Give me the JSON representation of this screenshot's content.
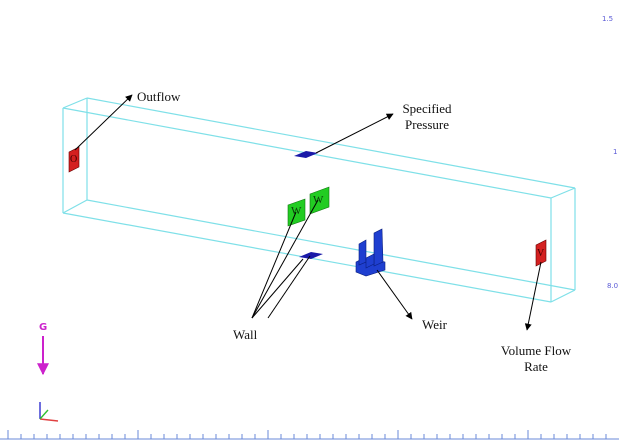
{
  "labels": {
    "outflow": "Outflow",
    "specified_pressure_l1": "Specified",
    "specified_pressure_l2": "Pressure",
    "wall": "Wall",
    "weir": "Weir",
    "volume_flow_l1": "Volume Flow",
    "volume_flow_l2": "Rate",
    "wall_marker": "W",
    "outflow_marker": "O",
    "inflow_marker": "V"
  },
  "scale": {
    "top": "1.5",
    "mid": "1",
    "low": "8.0"
  },
  "gravity": {
    "label": "G",
    "color": "#cc22cc"
  },
  "colors": {
    "domain_box": "#7fe0e8",
    "outflow_bc": "#d42020",
    "inflow_bc": "#d42020",
    "pressure_bc": "#1a1aa8",
    "wall_bc": "#22cc22",
    "weir": "#1f3fd0",
    "axis_x": "#e04040",
    "axis_y": "#3030d0",
    "axis_z": "#30c030",
    "ruler": "#6a8ad8"
  },
  "icons": {
    "gravity": "arrow-down-icon",
    "triad": "axis-triad-icon"
  }
}
